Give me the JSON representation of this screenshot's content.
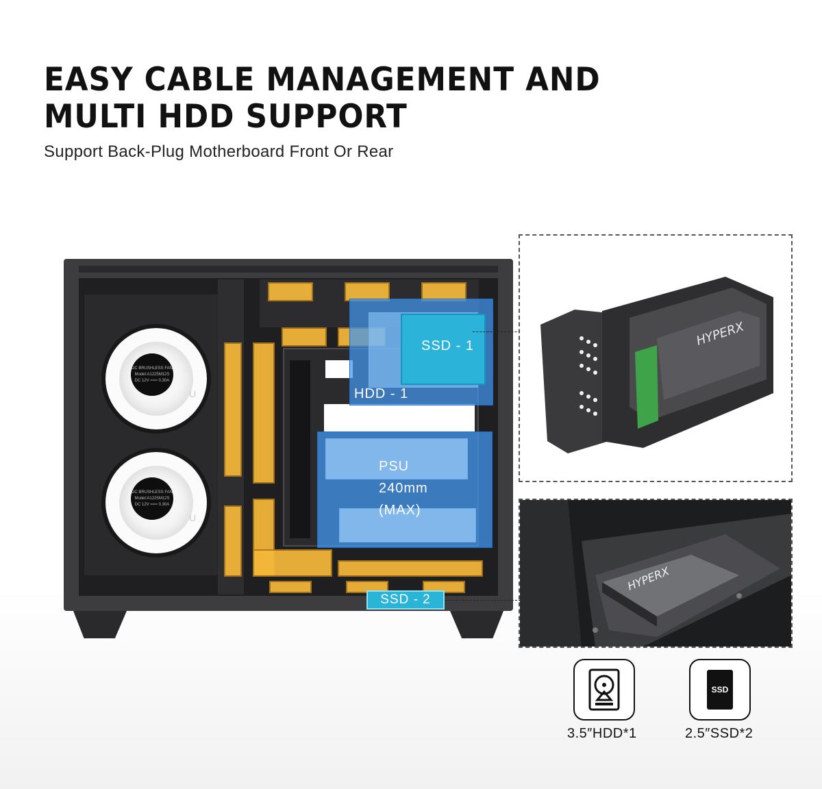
{
  "heading": {
    "line1": "EASY CABLE MANAGEMENT AND",
    "line2": "MULTI HDD SUPPORT",
    "subtitle": "Support Back-Plug Motherboard Front Or Rear"
  },
  "diagram": {
    "ssd1_label": "SSD - 1",
    "hdd1_label": "HDD - 1",
    "psu_label": "PSU",
    "psu_size": "240mm",
    "psu_note": "(MAX)",
    "ssd2_label": "SSD - 2",
    "fan_text_1": "DC BRUSHLESS FAN\nModel:A1225M12S\nDC 12V === 0.30A",
    "fan_text_2": "DC BRUSHLESS FAN\nModel:A1225M12S\nDC 12V === 0.30A",
    "fan_logo": "U",
    "drive_brand": "HYPERX"
  },
  "storage": [
    {
      "icon": "hdd-icon",
      "caption": "3.5″HDD*1"
    },
    {
      "icon": "ssd-icon",
      "caption": "2.5″SSD*2",
      "icon_text": "SSD"
    }
  ],
  "colors": {
    "amber": "#f4b73a",
    "blue_overlay": "#4296ee",
    "ssd_cyan": "#2bb3d9",
    "case_dark": "#1f1f21"
  }
}
